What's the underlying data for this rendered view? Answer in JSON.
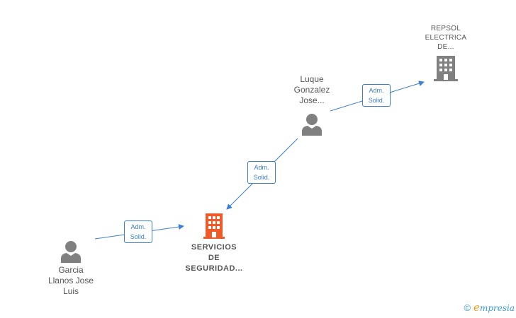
{
  "colors": {
    "edge": "#3a7fd1",
    "person": "#808080",
    "company_main": "#f05a28",
    "company_other": "#808080"
  },
  "nodes": {
    "repsol": {
      "lines": [
        "REPSOL",
        "ELECTRICA",
        "DE..."
      ],
      "icon": "building-icon"
    },
    "luque": {
      "lines": [
        "Luque",
        "Gonzalez",
        "Jose..."
      ],
      "icon": "person-icon"
    },
    "servicios": {
      "lines": [
        "SERVICIOS",
        "DE",
        "SEGURIDAD..."
      ],
      "icon": "building-icon"
    },
    "garcia": {
      "lines": [
        "Garcia",
        "Llanos Jose",
        "Luis"
      ],
      "icon": "person-icon"
    }
  },
  "edges": [
    {
      "label": [
        "Adm.",
        "Solid."
      ]
    },
    {
      "label": [
        "Adm.",
        "Solid."
      ]
    },
    {
      "label": [
        "Adm.",
        "Solid."
      ]
    }
  ],
  "brand": {
    "copyright": "©",
    "e": "e",
    "rest": "mpresia"
  }
}
